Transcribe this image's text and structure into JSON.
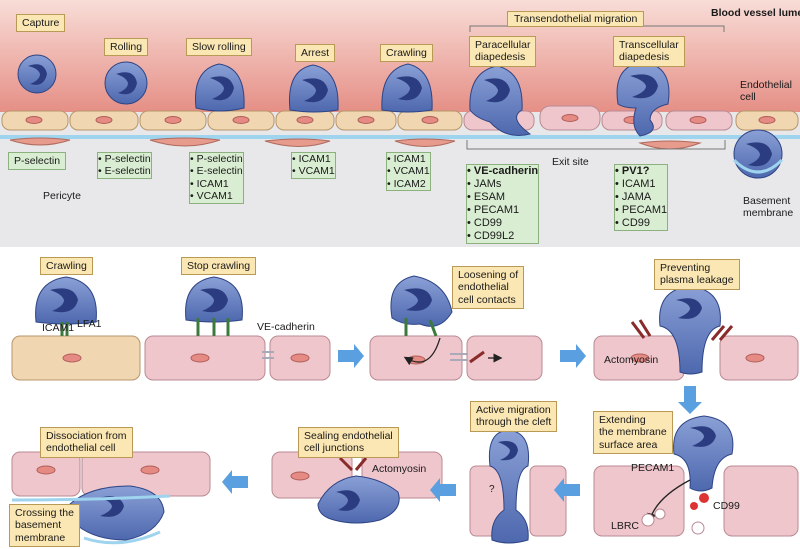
{
  "top_panel": {
    "lumen_label": "Blood vessel lumen",
    "stages": [
      "Capture",
      "Rolling",
      "Slow rolling",
      "Arrest",
      "Crawling"
    ],
    "transmigration_label": "Transendothelial migration",
    "paracellular": [
      "Paracellular",
      "diapedesis"
    ],
    "transcellular": [
      "Transcellular",
      "diapedesis"
    ],
    "endothelial_cell": [
      "Endothelial",
      "cell"
    ],
    "pericyte": "Pericyte",
    "basement_membrane": [
      "Basement",
      "membrane"
    ],
    "exit_site": "Exit site",
    "molecules": {
      "capture": [
        "P-selectin"
      ],
      "rolling": [
        "P-selectin",
        "E-selectin"
      ],
      "slow_rolling": [
        "P-selectin",
        "E-selectin",
        "ICAM1",
        "VCAM1"
      ],
      "arrest": [
        "ICAM1",
        "VCAM1"
      ],
      "crawling": [
        "ICAM1",
        "VCAM1",
        "ICAM2"
      ],
      "paracellular": [
        "VE-cadherin",
        "JAMs",
        "ESAM",
        "PECAM1",
        "CD99",
        "CD99L2"
      ],
      "transcellular": [
        "PV1?",
        "ICAM1",
        "JAMA",
        "PECAM1",
        "CD99"
      ]
    }
  },
  "bottom_panel": {
    "crawling": "Crawling",
    "stop_crawling": "Stop crawling",
    "icam1": "ICAM1",
    "lfa1": "LFA1",
    "ve_cadherin": "VE-cadherin",
    "loosening": [
      "Loosening of",
      "endothelial",
      "cell contacts"
    ],
    "preventing": [
      "Preventing",
      "plasma leakage"
    ],
    "actomyosin_1": "Actomyosin",
    "extending": [
      "Extending",
      "the membrane",
      "surface area"
    ],
    "pecam1": "PECAM1",
    "cd99": "CD99",
    "lbrc": "LBRC",
    "active_migration": [
      "Active migration",
      "through the cleft"
    ],
    "question": "?",
    "sealing": [
      "Sealing endothelial",
      "cell junctions"
    ],
    "actomyosin_2": "Actomyosin",
    "dissociation": [
      "Dissociation from",
      "endothelial cell"
    ],
    "crossing": [
      "Crossing the",
      "basement",
      "membrane"
    ]
  },
  "colors": {
    "lumen_top": "#f6d3cc",
    "lumen": "#e99b92",
    "cell_body": "#6b84c2",
    "nucleus": "#2b3d80",
    "endothelium_pink": "#eec6cc",
    "endothelium_tan": "#f0d7b2",
    "arrow": "#5aa0e0"
  }
}
